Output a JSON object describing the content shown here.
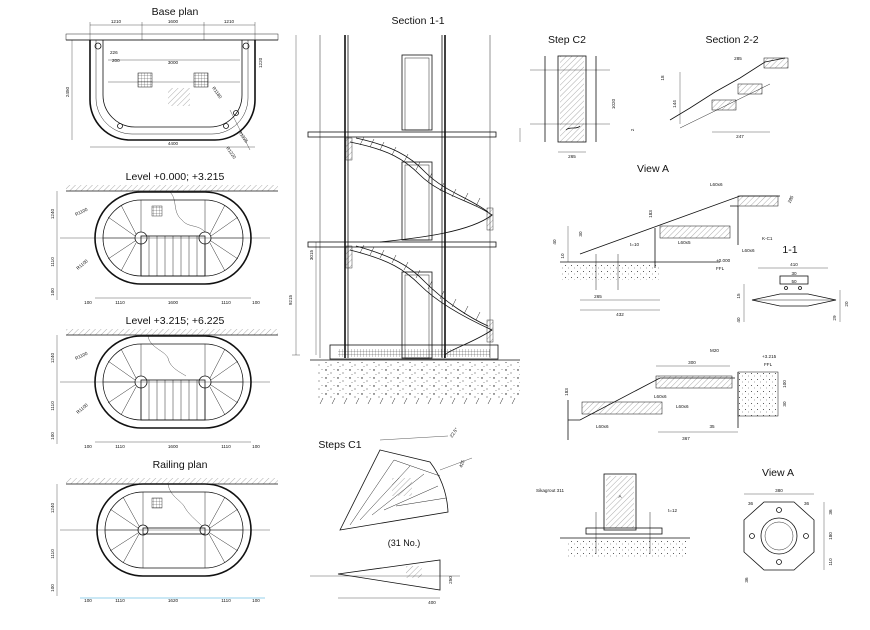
{
  "titles": {
    "base_plan": "Base plan",
    "section_1_1": "Section 1-1",
    "step_c2": "Step C2",
    "section_2_2": "Section 2-2",
    "level_1": "Level +0.000; +3.215",
    "level_2": "Level +3.215; +6.225",
    "railing_plan": "Railing plan",
    "view_a_top": "View A",
    "one_one": "1-1",
    "steps_c1": "Steps C1",
    "count_31": "(31 No.)",
    "view_a_bottom": "View A"
  },
  "base_plan": {
    "dim_top": [
      "1210",
      "1600",
      "1210"
    ],
    "dim_inner": [
      "226",
      "3000",
      "1220",
      "200"
    ],
    "dim_left": "2450",
    "dim_bottom": "4400",
    "radius_labels": [
      "R1180",
      "R1225",
      "R1220"
    ]
  },
  "levels": {
    "dim_bottom": [
      "100",
      "1110",
      "1600",
      "1110",
      "100"
    ],
    "dim_left": [
      "1240",
      "1110",
      "100"
    ],
    "radius_labels": [
      "R1100",
      "R1100"
    ]
  },
  "railing": {
    "dim_bottom": [
      "100",
      "1110",
      "1620",
      "1110",
      "100"
    ],
    "dim_left": [
      "1240",
      "1110",
      "100"
    ]
  },
  "section_1_1": {
    "dim_left": "9215",
    "dim_mid": "3015"
  },
  "step_c2": {
    "dims": [
      "265",
      "1020",
      "2"
    ]
  },
  "section_2_2": {
    "dims": [
      "285",
      "18",
      "144",
      "247"
    ]
  },
  "view_a_top": {
    "labels": [
      "L60x6",
      "L60x5",
      "L60x6",
      "K-C1",
      "t=10",
      "+0.000",
      "FFL"
    ],
    "dims": [
      "183",
      "30",
      "265",
      "432",
      "10",
      "40",
      "285"
    ]
  },
  "one_one": {
    "dims": [
      "410",
      "30",
      "50",
      "15",
      "20",
      "29",
      "40"
    ]
  },
  "landing_detail": {
    "labels": [
      "M20",
      "+3.215",
      "FFL",
      "L60x6",
      "L60x6",
      "L60x6"
    ],
    "dims": [
      "300",
      "183",
      "100",
      "35",
      "367",
      "30"
    ]
  },
  "base_detail": {
    "labels": [
      "Sikagrout 311",
      "A",
      "t=12"
    ]
  },
  "view_a_bottom": {
    "dims": [
      "380",
      "36",
      "36",
      "180",
      "36",
      "110",
      "36"
    ]
  },
  "steps_c1": {
    "dims": [
      "22.5°",
      "425",
      "250",
      "400"
    ]
  }
}
